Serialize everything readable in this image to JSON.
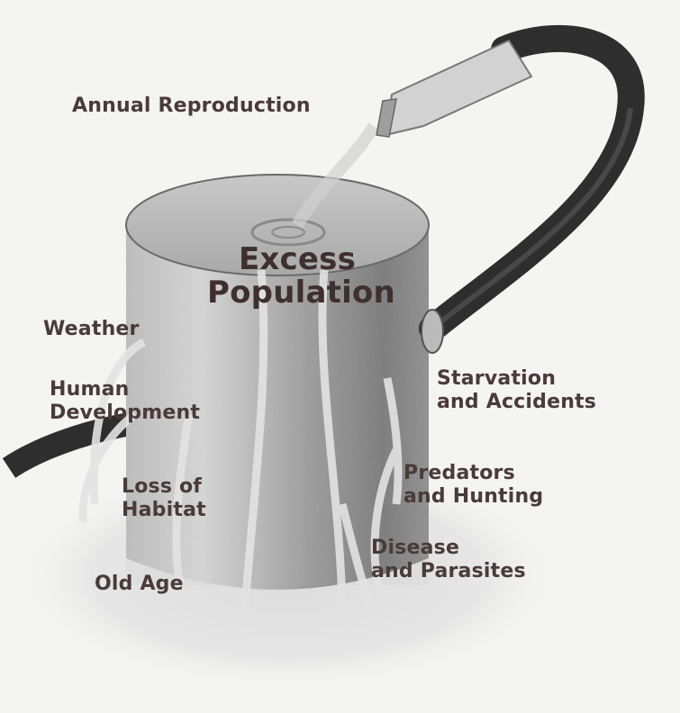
{
  "labels": {
    "annual_reproduction": "Annual Reproduction",
    "excess_population_line1": "Excess",
    "excess_population_line2": "Population",
    "weather": "Weather",
    "human_development_line1": "Human",
    "human_development_line2": "Development",
    "loss_of_habitat_line1": "Loss of",
    "loss_of_habitat_line2": "Habitat",
    "old_age": "Old Age",
    "starvation_line1": "Starvation",
    "starvation_line2": "and Accidents",
    "predators_line1": "Predators",
    "predators_line2": "and Hunting",
    "disease_line1": "Disease",
    "disease_line2": "and Parasites"
  },
  "colors": {
    "background": "#f4f4f2",
    "text": "#4a3a3a",
    "hose": "#2f2f2f",
    "bucket_shade": "#9a9a9a",
    "water": "#d8d8d8"
  }
}
